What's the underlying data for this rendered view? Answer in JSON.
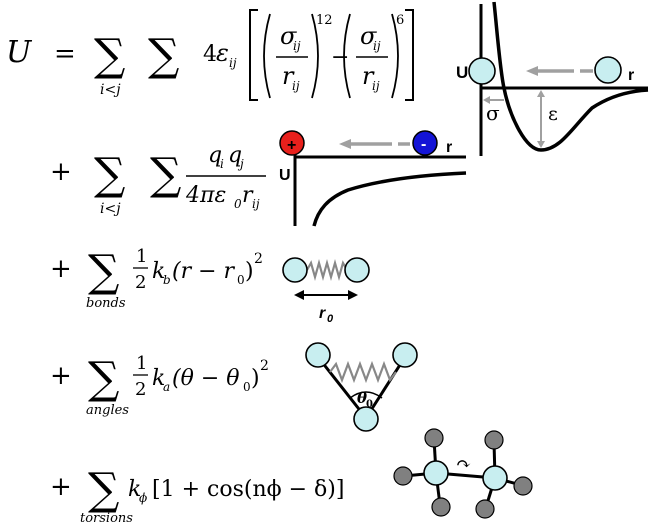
{
  "colors": {
    "atom": "#c8eef0",
    "positive_charge": "#e8201c",
    "negative_charge": "#1414d6",
    "arrow_gray": "#a0a0a0",
    "substituent": "#808080"
  },
  "equation": {
    "lhs": "U",
    "equals": "=",
    "plus": "+",
    "sum": "∑",
    "lj": {
      "sub": "i<j",
      "coef": "4",
      "epsilon": "ε",
      "eps_sub": "ij",
      "sigma": "σ",
      "sigma_sub": "ij",
      "r": "r",
      "r_sub": "ij",
      "exp12": "12",
      "exp6": "6",
      "minus": "−"
    },
    "coulomb": {
      "sub": "i<j",
      "numer_q": "q",
      "numer_i": "i",
      "numer_j": "j",
      "denom": "4πε",
      "denom_sub0": "0",
      "denom_r": "r",
      "denom_rsub": "ij"
    },
    "bonds": {
      "sub": "bonds",
      "half_num": "1",
      "half_den": "2",
      "k": "k",
      "k_sub": "b",
      "term": "(r − r",
      "term_sub": "0",
      "close": ")",
      "exp": "2"
    },
    "angles": {
      "sub": "angles",
      "half_num": "1",
      "half_den": "2",
      "k": "k",
      "k_sub": "a",
      "term": "(θ − θ",
      "term_sub": "0",
      "close": ")",
      "exp": "2"
    },
    "torsions": {
      "sub": "torsions",
      "k": "k",
      "k_sub": "ϕ",
      "bracket_term": "[1 + cos(nϕ − δ)]"
    }
  },
  "lj_plot": {
    "u_label": "U",
    "r_label": "r",
    "sigma_label": "σ",
    "epsilon_label": "ε"
  },
  "coulomb_plot": {
    "u_label": "U",
    "r_label": "r",
    "plus_sign": "+",
    "minus_sign": "-"
  },
  "bond_diagram": {
    "r0_label": "r",
    "r0_sub": "0"
  },
  "angle_diagram": {
    "theta_label": "θ",
    "theta_sub": "0"
  },
  "torsion_diagram": {
    "rotation_symbol": "↷"
  }
}
